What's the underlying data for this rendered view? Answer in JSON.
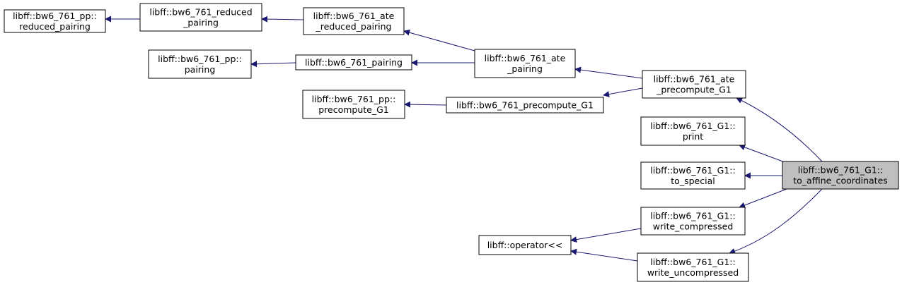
{
  "graph": {
    "colors": {
      "node_fill": "#ffffff",
      "node_stroke": "#000000",
      "focus_fill": "#bfbfbf",
      "edge": "#191970"
    },
    "nodes": [
      {
        "id": "rp_pp",
        "lines": [
          "libff::bw6_761_pp::",
          "reduced_pairing"
        ]
      },
      {
        "id": "rp",
        "lines": [
          "libff::bw6_761_reduced",
          "_pairing"
        ]
      },
      {
        "id": "ate_rp",
        "lines": [
          "libff::bw6_761_ate",
          "_reduced_pairing"
        ]
      },
      {
        "id": "pair_pp",
        "lines": [
          "libff::bw6_761_pp::",
          "pairing"
        ]
      },
      {
        "id": "pair",
        "lines": [
          "libff::bw6_761_pairing"
        ]
      },
      {
        "id": "ate_pair",
        "lines": [
          "libff::bw6_761_ate",
          "_pairing"
        ]
      },
      {
        "id": "pc_pp",
        "lines": [
          "libff::bw6_761_pp::",
          "precompute_G1"
        ]
      },
      {
        "id": "pc",
        "lines": [
          "libff::bw6_761_precompute_G1"
        ]
      },
      {
        "id": "ate_pc",
        "lines": [
          "libff::bw6_761_ate",
          "_precompute_G1"
        ]
      },
      {
        "id": "print",
        "lines": [
          "libff::bw6_761_G1::",
          "print"
        ]
      },
      {
        "id": "to_special",
        "lines": [
          "libff::bw6_761_G1::",
          "to_special"
        ]
      },
      {
        "id": "focus",
        "lines": [
          "libff::bw6_761_G1::",
          "to_affine_coordinates"
        ],
        "focus": true
      },
      {
        "id": "wc",
        "lines": [
          "libff::bw6_761_G1::",
          "write_compressed"
        ]
      },
      {
        "id": "op",
        "lines": [
          "libff::operator<<"
        ]
      },
      {
        "id": "wu",
        "lines": [
          "libff::bw6_761_G1::",
          "write_uncompressed"
        ]
      }
    ],
    "edges": [
      {
        "from": "rp",
        "to": "rp_pp"
      },
      {
        "from": "ate_rp",
        "to": "rp"
      },
      {
        "from": "ate_pair",
        "to": "ate_rp"
      },
      {
        "from": "pair",
        "to": "pair_pp"
      },
      {
        "from": "ate_pair",
        "to": "pair"
      },
      {
        "from": "ate_pc",
        "to": "ate_pair"
      },
      {
        "from": "pc",
        "to": "pc_pp"
      },
      {
        "from": "ate_pc",
        "to": "pc"
      },
      {
        "from": "focus",
        "to": "ate_pc"
      },
      {
        "from": "focus",
        "to": "print"
      },
      {
        "from": "focus",
        "to": "to_special"
      },
      {
        "from": "focus",
        "to": "wc"
      },
      {
        "from": "focus",
        "to": "wu"
      },
      {
        "from": "wc",
        "to": "op"
      },
      {
        "from": "wu",
        "to": "op"
      }
    ]
  }
}
